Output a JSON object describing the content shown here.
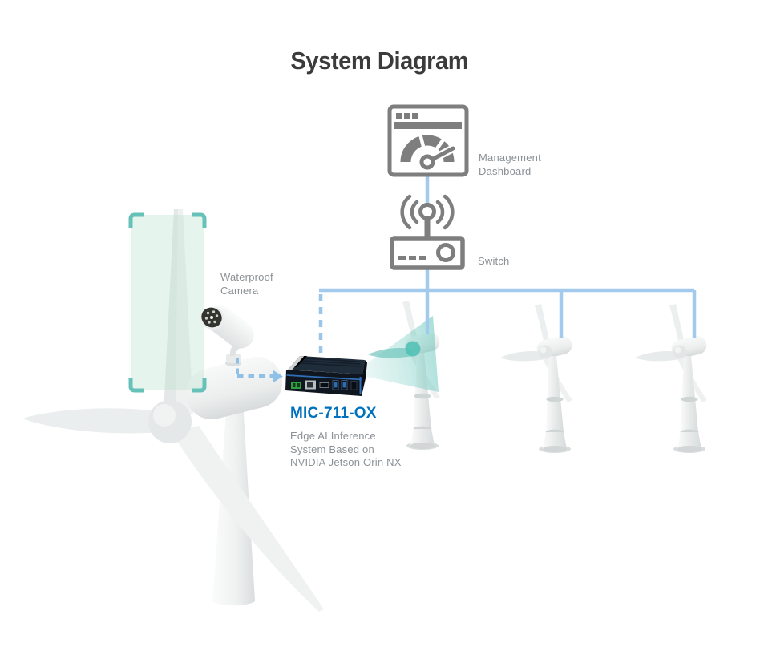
{
  "title": "System Diagram",
  "labels": {
    "dashboard": "Management\nDashboard",
    "switch": "Switch",
    "camera": "Waterproof\nCamera",
    "device_name": "MIC-711-OX",
    "device_desc": "Edge AI Inference\nSystem Based on\nNVIDIA Jetson Orin NX"
  },
  "icons": {
    "dashboard": "dashboard-gauge-icon",
    "switch": "wireless-switch-icon",
    "camera": "waterproof-camera-icon",
    "device": "edge-ai-box-device",
    "turbine": "wind-turbine",
    "detection": "detection-frame-brackets"
  },
  "colors": {
    "title": "#3b3b3b",
    "label_gray": "#8b9196",
    "icon_gray": "#7e7e7e",
    "line_blue": "#a3c9ec",
    "dashed_blue": "#8fc0e8",
    "accent_blue": "#0071bc",
    "detection_teal": "#66c2b8",
    "device_dark": "#161e29",
    "port_green": "#2f9e41"
  }
}
